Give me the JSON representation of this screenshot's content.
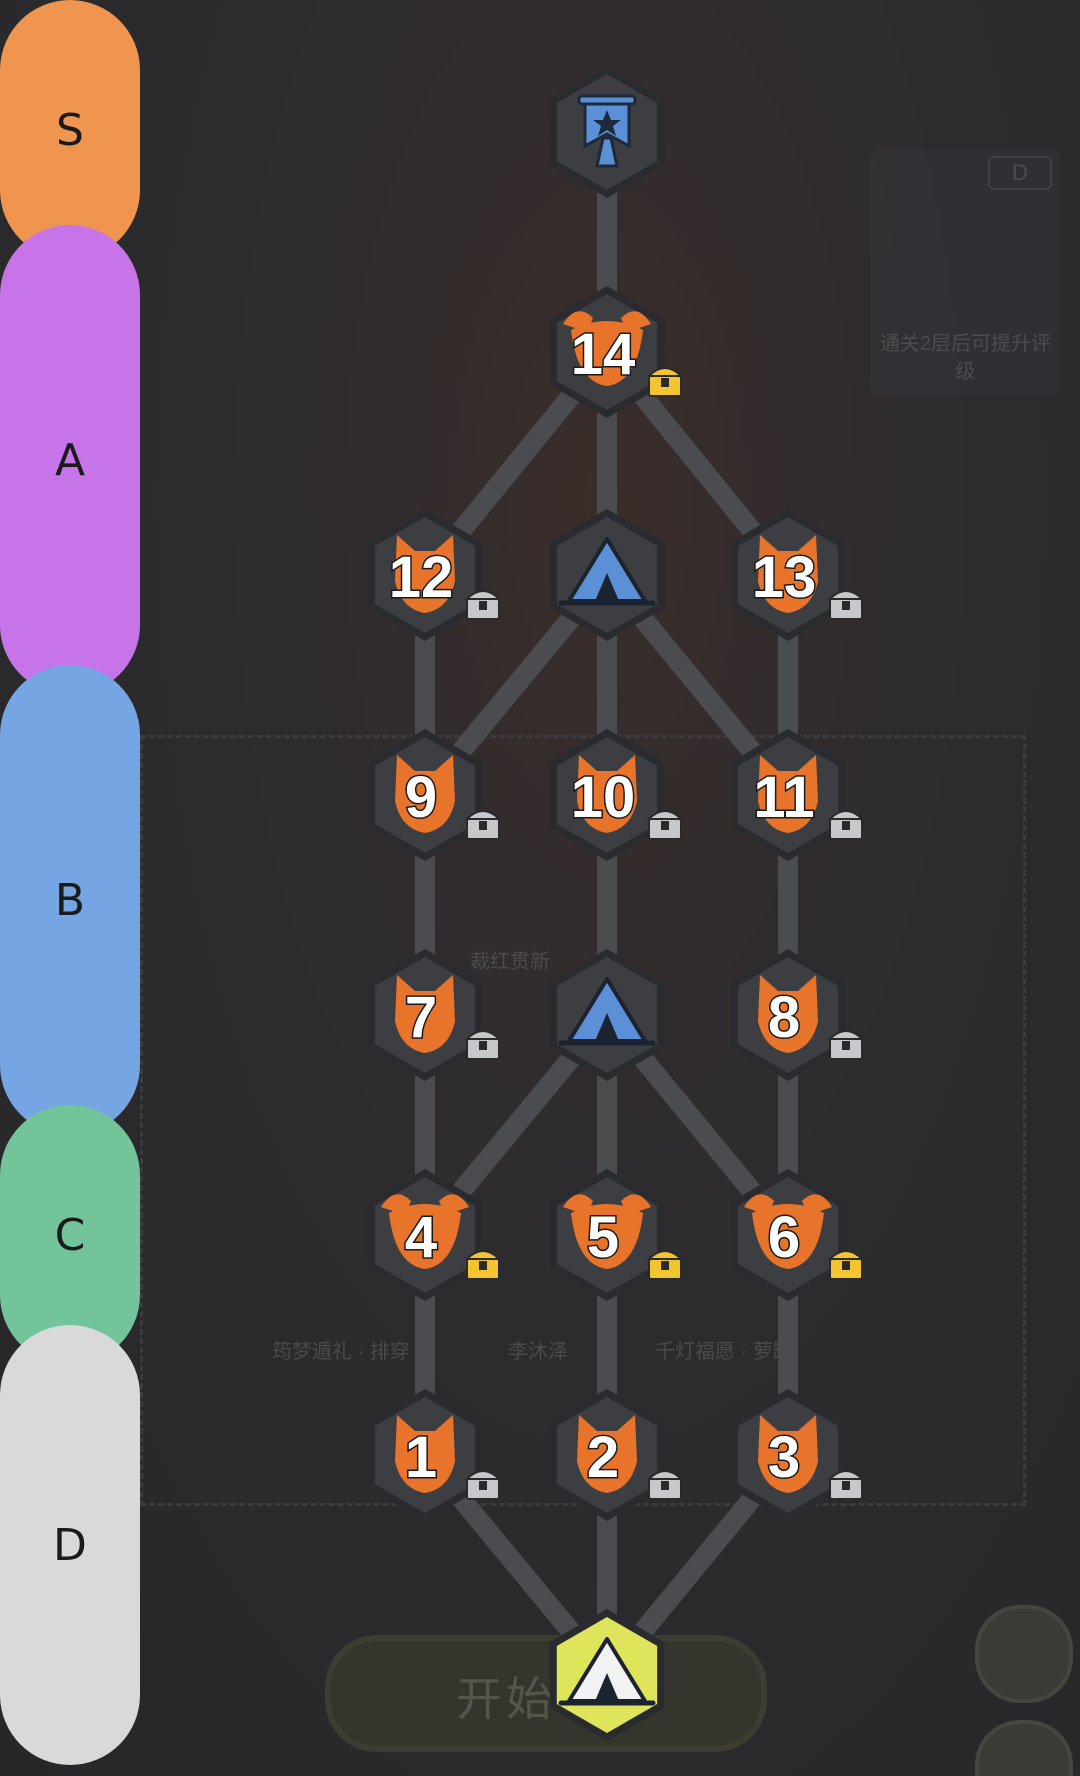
{
  "tiers": [
    {
      "label": "S",
      "color": "#f0954f"
    },
    {
      "label": "A",
      "color": "#c774e8"
    },
    {
      "label": "B",
      "color": "#76a5e3"
    },
    {
      "label": "C",
      "color": "#73c49a"
    },
    {
      "label": "D",
      "color": "#d9d9d9"
    }
  ],
  "background": {
    "panel_badge": "D",
    "panel_text": "通关2层后可提升评级",
    "char_names": [
      "裁红贯新",
      "筠梦遁礼 · 排穿",
      "李沐泽",
      "千灯福愿 · 萝缸"
    ],
    "start_button": "开始"
  },
  "map": {
    "nodes": [
      {
        "id": "boss",
        "label": "",
        "icon": "banner-star-icon",
        "reward": ""
      },
      {
        "id": "14",
        "label": "14",
        "icon": "horned-fox-icon",
        "reward": "gold-chest-icon"
      },
      {
        "id": "12",
        "label": "12",
        "icon": "fox-icon",
        "reward": "silver-chest-icon"
      },
      {
        "id": "camp-top",
        "label": "",
        "icon": "tent-icon",
        "reward": ""
      },
      {
        "id": "13",
        "label": "13",
        "icon": "fox-icon",
        "reward": "silver-chest-icon"
      },
      {
        "id": "9",
        "label": "9",
        "icon": "fox-icon",
        "reward": "silver-chest-icon"
      },
      {
        "id": "10",
        "label": "10",
        "icon": "fox-icon",
        "reward": "silver-chest-icon"
      },
      {
        "id": "11",
        "label": "11",
        "icon": "fox-icon",
        "reward": "silver-chest-icon"
      },
      {
        "id": "7",
        "label": "7",
        "icon": "fox-icon",
        "reward": "silver-chest-icon"
      },
      {
        "id": "camp-mid",
        "label": "",
        "icon": "tent-icon",
        "reward": ""
      },
      {
        "id": "8",
        "label": "8",
        "icon": "fox-icon",
        "reward": "silver-chest-icon"
      },
      {
        "id": "4",
        "label": "4",
        "icon": "horned-fox-icon",
        "reward": "gold-chest-icon"
      },
      {
        "id": "5",
        "label": "5",
        "icon": "horned-fox-icon",
        "reward": "gold-chest-icon"
      },
      {
        "id": "6",
        "label": "6",
        "icon": "horned-fox-icon",
        "reward": "gold-chest-icon"
      },
      {
        "id": "1",
        "label": "1",
        "icon": "fox-icon",
        "reward": "silver-chest-icon"
      },
      {
        "id": "2",
        "label": "2",
        "icon": "fox-icon",
        "reward": "silver-chest-icon"
      },
      {
        "id": "3",
        "label": "3",
        "icon": "fox-icon",
        "reward": "silver-chest-icon"
      },
      {
        "id": "start",
        "label": "",
        "icon": "tent-icon",
        "reward": "",
        "current": true
      }
    ],
    "edges": [
      [
        "start",
        "1"
      ],
      [
        "start",
        "2"
      ],
      [
        "start",
        "3"
      ],
      [
        "1",
        "4"
      ],
      [
        "2",
        "5"
      ],
      [
        "3",
        "6"
      ],
      [
        "4",
        "camp-mid"
      ],
      [
        "5",
        "camp-mid"
      ],
      [
        "6",
        "camp-mid"
      ],
      [
        "4",
        "7"
      ],
      [
        "6",
        "8"
      ],
      [
        "7",
        "9"
      ],
      [
        "camp-mid",
        "10"
      ],
      [
        "8",
        "11"
      ],
      [
        "9",
        "camp-top"
      ],
      [
        "10",
        "camp-top"
      ],
      [
        "11",
        "camp-top"
      ],
      [
        "9",
        "12"
      ],
      [
        "11",
        "13"
      ],
      [
        "12",
        "14"
      ],
      [
        "camp-top",
        "14"
      ],
      [
        "13",
        "14"
      ],
      [
        "14",
        "boss"
      ]
    ]
  },
  "colors": {
    "hex_fill": "#3d3e42",
    "hex_border": "#2a2b2e",
    "edge": "#4b4c50",
    "fox": "#e8742c",
    "tent": "#5b8fd6",
    "current": "#dfe55a",
    "gold": "#f2c530",
    "silver": "#c8c8cc"
  }
}
